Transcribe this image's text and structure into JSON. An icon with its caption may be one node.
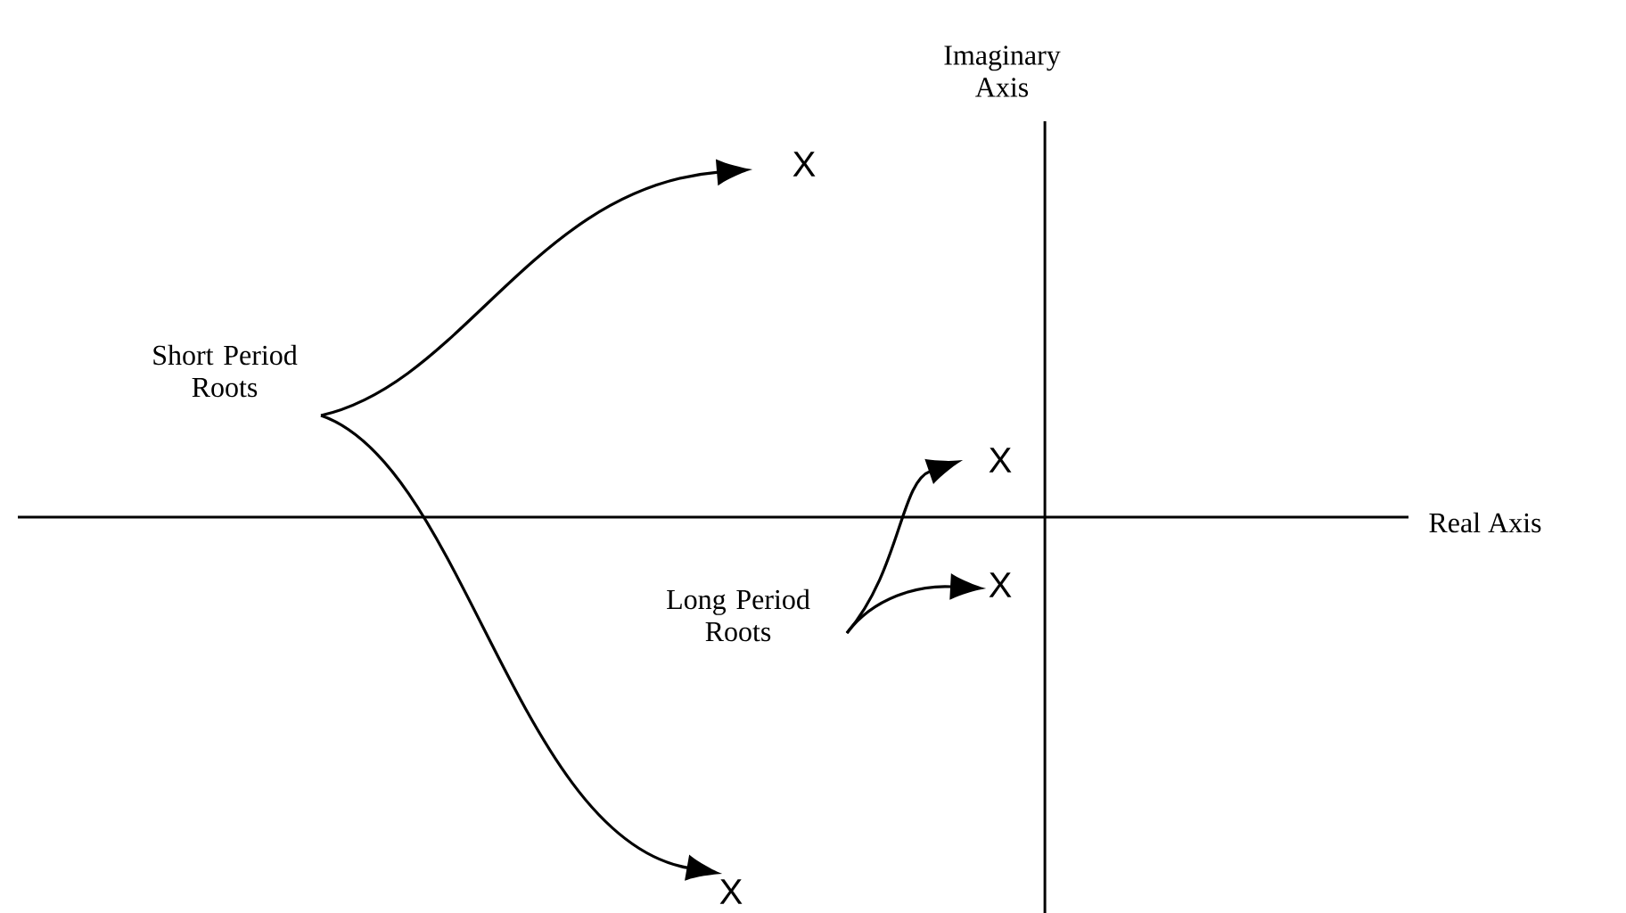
{
  "diagram": {
    "nodes": [
      {
        "text": [
          "Short Period Roots"
        ]
      },
      {
        "text": [
          "Long Period Roots"
        ]
      },
      {
        "text": [
          "X"
        ]
      },
      {
        "text": [
          "X"
        ]
      },
      {
        "text": [
          "X"
        ]
      },
      {
        "text": [
          "X"
        ]
      }
    ],
    "edges": [
      {
        "from": 0,
        "to": 2,
        "arrow": "to"
      },
      {
        "from": 0,
        "to": 3,
        "arrow": "to"
      },
      {
        "from": 1,
        "to": 4,
        "arrow": "to"
      },
      {
        "from": 1,
        "to": 5,
        "arrow": "to"
      }
    ],
    "labels": [
      "Imaginary Axis",
      "Real Axis"
    ]
  }
}
